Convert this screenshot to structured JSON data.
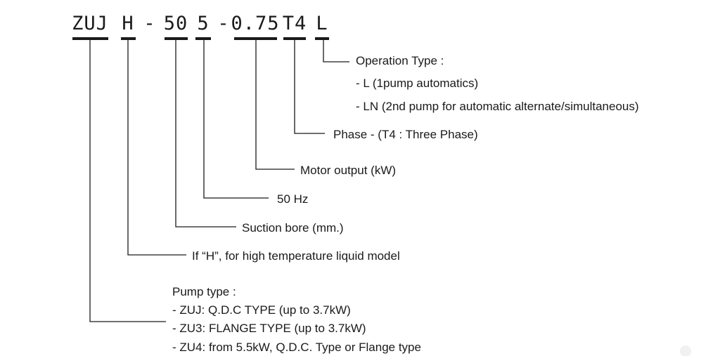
{
  "code": {
    "segments": [
      {
        "id": "zuj",
        "text": "ZUJ"
      },
      {
        "id": "h",
        "text": "H"
      },
      {
        "id": "dash1",
        "text": "-"
      },
      {
        "id": "50",
        "text": "50"
      },
      {
        "id": "5",
        "text": "5"
      },
      {
        "id": "dash2",
        "text": "-"
      },
      {
        "id": "075",
        "text": "0.75"
      },
      {
        "id": "t4",
        "text": "T4"
      },
      {
        "id": "l",
        "text": "L"
      }
    ]
  },
  "labels": {
    "operation": {
      "title": "Operation Type :",
      "items": [
        "- L (1pump  automatics)",
        "- LN (2nd pump for automatic alternate/simultaneous)"
      ]
    },
    "phase": "Phase -  (T4 : Three Phase)",
    "motor": "Motor output  (kW)",
    "hz": "50 Hz",
    "suction": "Suction bore (mm.)",
    "high_temp": "If “H”, for high temperature liquid model",
    "pump": {
      "title": "Pump type :",
      "items": [
        "- ZUJ: Q.D.C TYPE (up to 3.7kW)",
        "- ZU3: FLANGE TYPE (up to 3.7kW)",
        "- ZU4: from 5.5kW, Q.D.C. Type or Flange type"
      ]
    }
  },
  "colors": {
    "ink": "#1a1a1a",
    "background": "#ffffff"
  }
}
